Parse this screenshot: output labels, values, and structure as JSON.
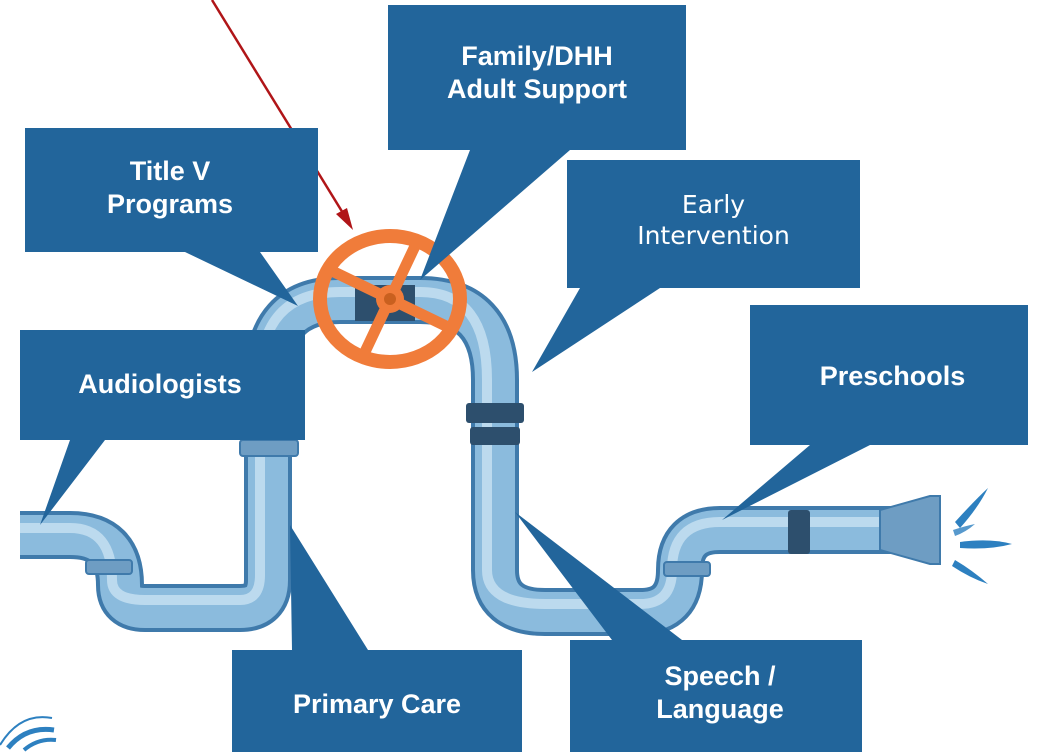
{
  "colors": {
    "callout": "#22659b",
    "pipe_light": "#9fc6e2",
    "pipe_mid": "#6aa3ce",
    "pipe_dark": "#3f7aab",
    "joint": "#2d4f6d",
    "valve": "#f07c3a",
    "arrow": "#b01518",
    "water": "#2d80c0"
  },
  "callouts": {
    "family": {
      "line1": "Family/DHH",
      "line2": "Adult Support"
    },
    "title_v": {
      "line1": "Title V",
      "line2": "Programs"
    },
    "early": {
      "line1": "Early",
      "line2": "Intervention"
    },
    "audiologists": {
      "line1": "Audiologists"
    },
    "preschools": {
      "line1": "Preschools"
    },
    "primary": {
      "line1": "Primary Care"
    },
    "speech": {
      "line1": "Speech /",
      "line2": "Language"
    }
  },
  "icons": {
    "valve": "valve-wheel-icon",
    "arrow": "red-arrow-icon",
    "water": "water-spray-icon",
    "logo": "seal-logo-icon"
  }
}
